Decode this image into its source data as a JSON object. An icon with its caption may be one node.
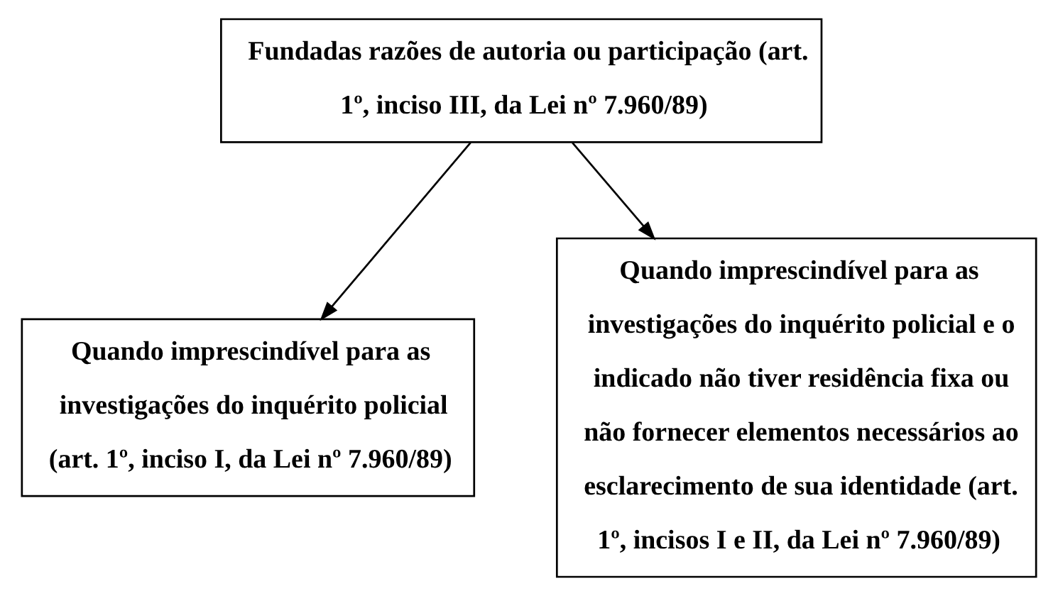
{
  "diagram": {
    "nodes": [
      {
        "text": [
          "Fundadas razões de autoria ou participação (art. 1º, inciso III, da Lei nº 7.960/89)"
        ]
      },
      {
        "text": [
          "Quando imprescindível para as investigações do inquérito policial (art. 1º, inciso I, da Lei nº 7.960/89)"
        ]
      },
      {
        "text": [
          "Quando imprescindível para as investigações do inquérito policial e o indicado não tiver residência fixa ou não fornecer elementos necessários ao esclarecimento de sua identidade (art. 1º, incisos I e II, da Lei nº 7.960/89)"
        ]
      }
    ],
    "edges": [
      {
        "from": 0,
        "to": 1,
        "arrow": "to"
      },
      {
        "from": 0,
        "to": 2,
        "arrow": "to"
      }
    ]
  }
}
